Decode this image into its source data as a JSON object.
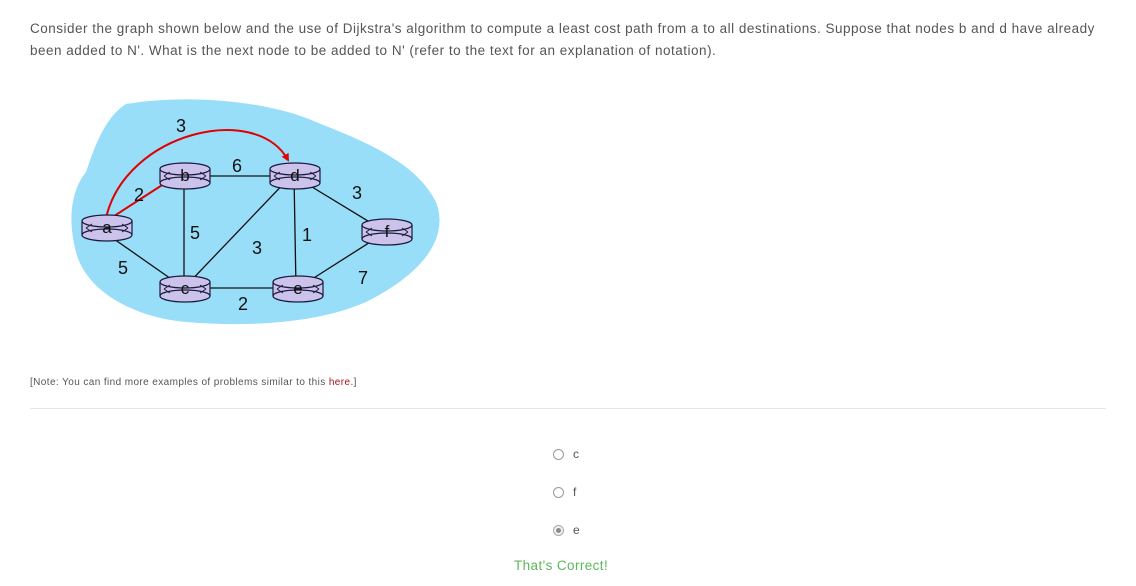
{
  "question": {
    "text": "Consider the graph shown below and the use of Dijkstra's algorithm to compute a least cost path from a to all destinations.  Suppose that nodes b and d have already been added to N'. What is the next node to be added to N' (refer to the text for an explanation of notation)."
  },
  "graph": {
    "nodes": [
      "a",
      "b",
      "c",
      "d",
      "e",
      "f"
    ],
    "edges": [
      {
        "from": "a",
        "to": "b",
        "cost": "2",
        "highlighted": true
      },
      {
        "from": "a",
        "to": "d",
        "cost": "3",
        "highlighted": true
      },
      {
        "from": "b",
        "to": "d",
        "cost": "6"
      },
      {
        "from": "a",
        "to": "c",
        "cost": "5"
      },
      {
        "from": "b",
        "to": "c",
        "cost": "5"
      },
      {
        "from": "c",
        "to": "d",
        "cost": "3"
      },
      {
        "from": "d",
        "to": "e",
        "cost": "1"
      },
      {
        "from": "c",
        "to": "e",
        "cost": "2"
      },
      {
        "from": "d",
        "to": "f",
        "cost": "3"
      },
      {
        "from": "e",
        "to": "f",
        "cost": "7"
      }
    ],
    "colors": {
      "cloud": "#99def8",
      "router": "#cbc3ec",
      "router_stroke": "#1a1a3a",
      "path": "#e00000"
    }
  },
  "note": {
    "prefix": "[Note: You can find more examples of problems similar to this ",
    "link": "here",
    "suffix": ".]"
  },
  "options": [
    {
      "label": "c",
      "selected": false
    },
    {
      "label": "f",
      "selected": false
    },
    {
      "label": "e",
      "selected": true
    }
  ],
  "feedback": {
    "text": "That's Correct!",
    "color": "#5cb85c"
  }
}
